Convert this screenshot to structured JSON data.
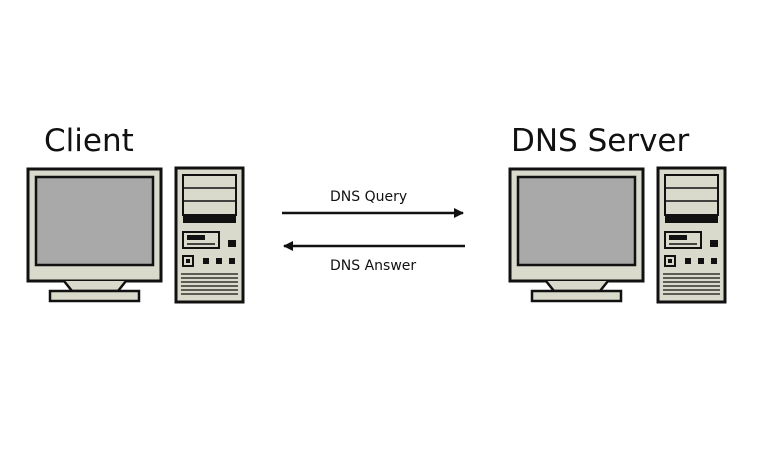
{
  "nodes": {
    "client": {
      "label": "Client"
    },
    "server": {
      "label": "DNS Server"
    }
  },
  "edges": {
    "query": {
      "label": "DNS Query",
      "direction": "client-to-server"
    },
    "answer": {
      "label": "DNS Answer",
      "direction": "server-to-client"
    }
  },
  "colors": {
    "screen": "#a9a9a9",
    "case": "#d9d9cc",
    "stroke": "#111111",
    "background": "#ffffff"
  }
}
